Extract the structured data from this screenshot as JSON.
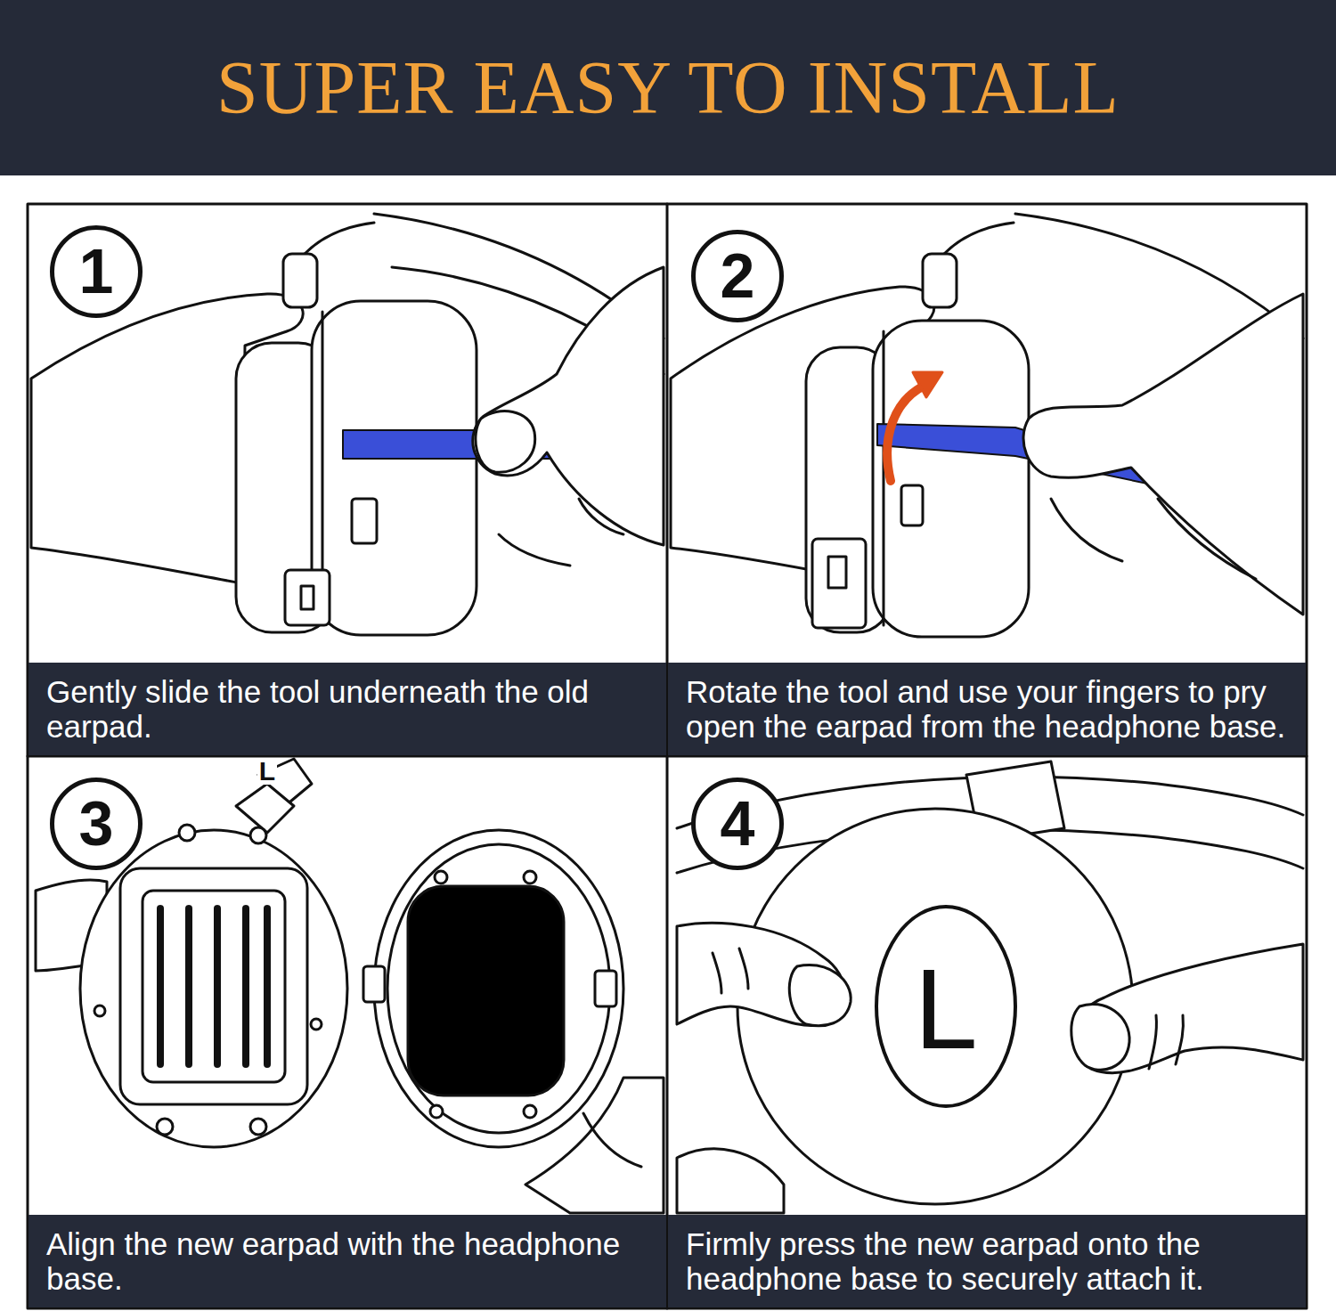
{
  "diagram": {
    "title": "SUPER EASY TO INSTALL",
    "nodes": [
      {
        "text": [
          "1"
        ]
      },
      {
        "text": [
          "Gently slide the tool underneath the old earpad."
        ]
      },
      {
        "text": [
          "2"
        ]
      },
      {
        "text": [
          "Rotate the tool and use your fingers to pry open the earpad from the headphone base."
        ]
      },
      {
        "text": [
          "3"
        ]
      },
      {
        "text": [
          "Align the new earpad with the headphone base."
        ]
      },
      {
        "text": [
          "4"
        ]
      },
      {
        "text": [
          "Firmly press the new earpad onto the headphone base to securely attach it."
        ]
      }
    ],
    "labels": [
      "L",
      "L"
    ]
  }
}
